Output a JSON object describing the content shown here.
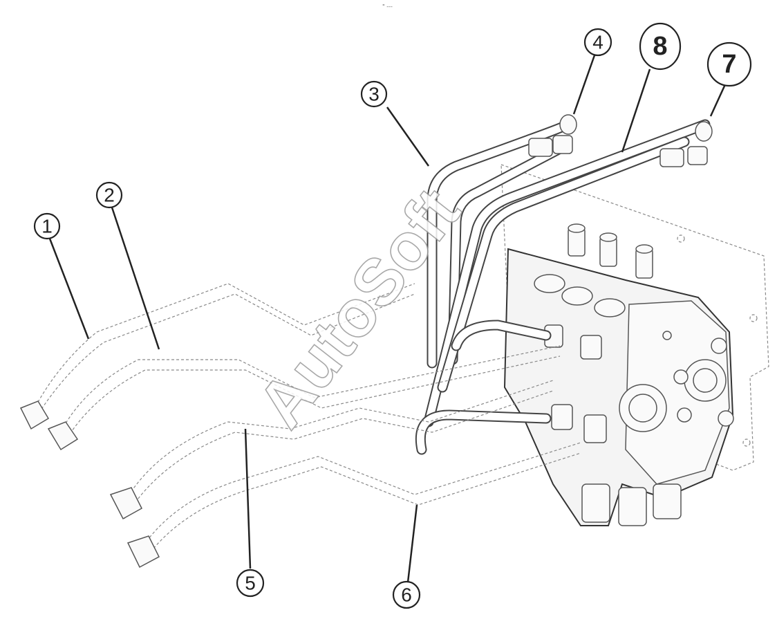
{
  "header_mark": "\" ---",
  "watermark": "AutoSoft",
  "callouts": [
    {
      "id": "1",
      "label": "1"
    },
    {
      "id": "2",
      "label": "2"
    },
    {
      "id": "3",
      "label": "3"
    },
    {
      "id": "4",
      "label": "4"
    },
    {
      "id": "5",
      "label": "5"
    },
    {
      "id": "6",
      "label": "6"
    },
    {
      "id": "7",
      "label": "7"
    },
    {
      "id": "8",
      "label": "8"
    }
  ]
}
